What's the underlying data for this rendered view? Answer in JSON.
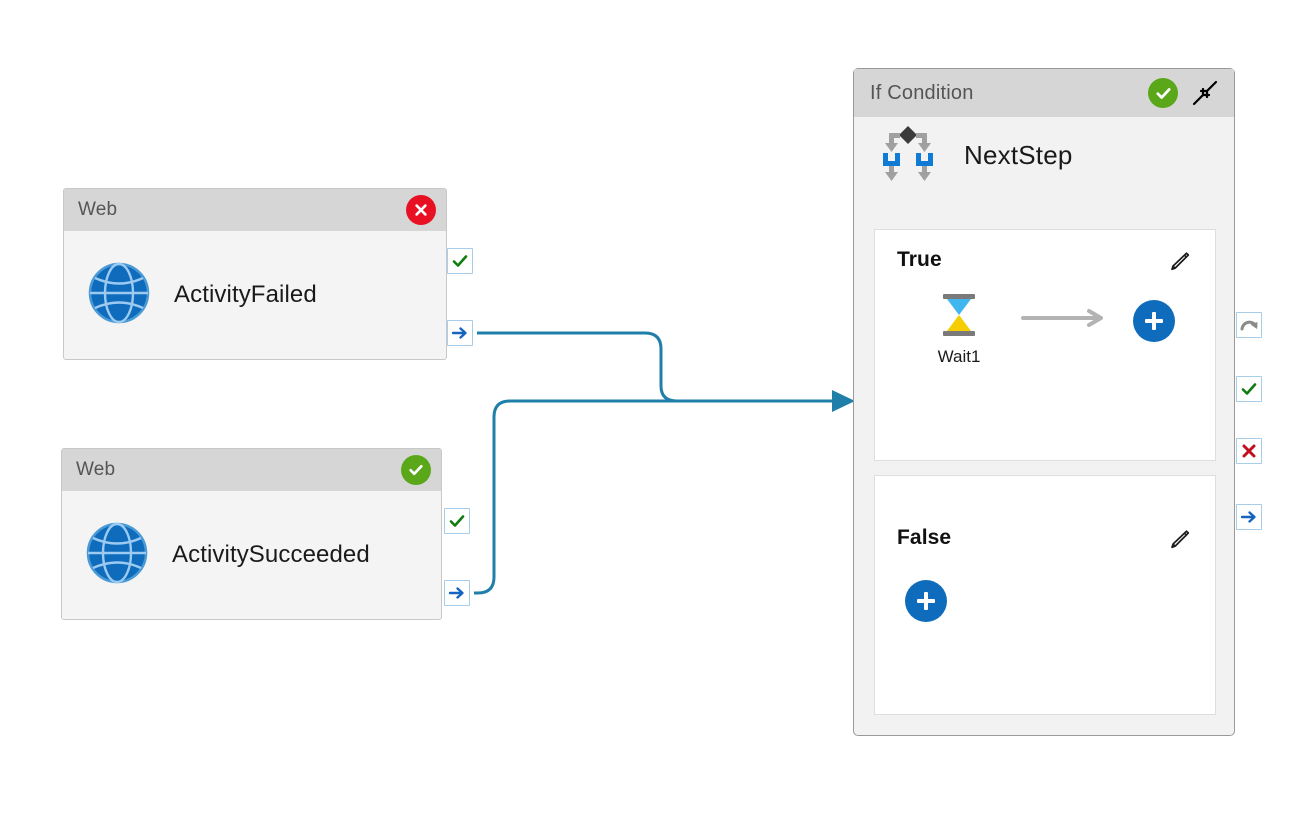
{
  "diagram": {
    "type": "workflow-designer",
    "background": "#ffffff",
    "connector_color": "#1f7fa8"
  },
  "cards": [
    {
      "id": "web-failed",
      "title": "Web",
      "label": "ActivityFailed",
      "status": "error",
      "status_icon": "error-circle-icon",
      "activity_icon": "globe-icon",
      "ports": [
        {
          "name": "success-port",
          "icon": "check-icon"
        },
        {
          "name": "next-port",
          "icon": "arrow-right-icon"
        }
      ]
    },
    {
      "id": "web-succeeded",
      "title": "Web",
      "label": "ActivitySucceeded",
      "status": "success",
      "status_icon": "success-circle-icon",
      "activity_icon": "globe-icon",
      "ports": [
        {
          "name": "success-port",
          "icon": "check-icon"
        },
        {
          "name": "next-port",
          "icon": "arrow-right-icon"
        }
      ]
    }
  ],
  "panel": {
    "title": "If Condition",
    "status": "success",
    "status_icon": "success-circle-icon",
    "collapse_icon": "collapse-diagonal-icon",
    "step_icon": "branch-decision-icon",
    "step_name": "NextStep",
    "branches": [
      {
        "id": "true-branch",
        "title": "True",
        "edit_icon": "pencil-icon",
        "nodes": [
          {
            "name": "Wait1",
            "icon": "hourglass-icon"
          }
        ],
        "connector_icon": "arrow-right-long-icon",
        "add_icon": "plus-circle-icon"
      },
      {
        "id": "false-branch",
        "title": "False",
        "edit_icon": "pencil-icon",
        "nodes": [],
        "add_icon": "plus-circle-icon"
      }
    ],
    "ports": [
      {
        "name": "retry-port",
        "icon": "rotate-arrow-icon"
      },
      {
        "name": "success-port",
        "icon": "check-icon"
      },
      {
        "name": "failure-port",
        "icon": "cross-icon"
      },
      {
        "name": "next-port",
        "icon": "arrow-right-icon"
      }
    ]
  },
  "colors": {
    "error": "#e81123",
    "success": "#5aa81a",
    "accent_blue": "#0f6cbd",
    "connector": "#1f7fa8",
    "header_gray": "#d6d6d6",
    "panel_gray": "#f2f2f2"
  }
}
